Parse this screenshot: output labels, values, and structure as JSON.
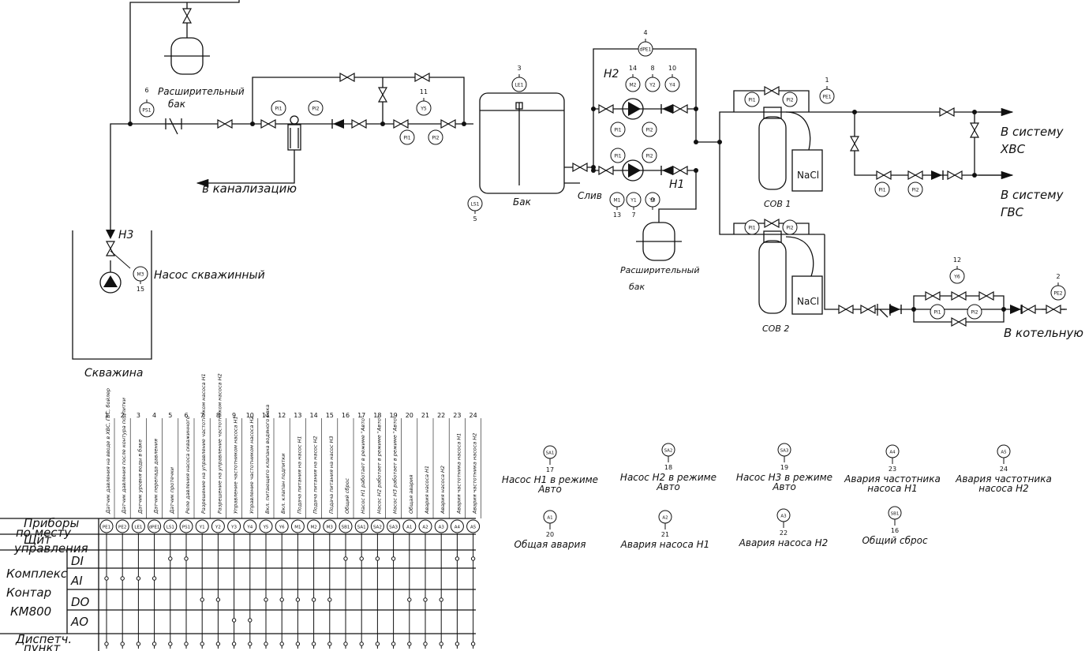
{
  "labels": {
    "expansion_tank": [
      "Расширительный",
      "бак"
    ],
    "to_sewer": "в канализацию",
    "tank": "Бак",
    "drain": "Слив",
    "to_cold": [
      "В систему",
      "ХВС"
    ],
    "to_hot": [
      "В систему",
      "ГВС"
    ],
    "to_boiler": "В котельную",
    "well_pump": "Насос скважинный",
    "well": "Скважина",
    "sov1": "СОВ 1",
    "sov2": "СОВ 2",
    "nacl": "NaCl",
    "pump_h1": "Н1",
    "pump_h2": "Н2",
    "pump_h3": "Н3"
  },
  "instruments": {
    "PS1": {
      "tag": "PS1",
      "num": "6"
    },
    "LE1": {
      "tag": "LE1",
      "num": "3"
    },
    "LS1": {
      "tag": "LS1",
      "num": "5"
    },
    "dPE1": {
      "tag": "dPE1",
      "num": "4"
    },
    "PE1": {
      "tag": "PE1",
      "num": "1"
    },
    "PE2": {
      "tag": "PE2",
      "num": "2"
    },
    "M1": {
      "tag": "M1",
      "num": "13"
    },
    "M2": {
      "tag": "M2",
      "num": "14"
    },
    "M3": {
      "tag": "M3",
      "num": "15"
    },
    "Y1": {
      "tag": "Y1",
      "num": "7"
    },
    "Y2": {
      "tag": "Y2",
      "num": "8"
    },
    "Y3": {
      "tag": "Y3",
      "num": "9"
    },
    "Y4": {
      "tag": "Y4",
      "num": "10"
    },
    "Y5": {
      "tag": "Y5",
      "num": "11"
    },
    "Y6": {
      "tag": "Y6",
      "num": "12"
    },
    "PI1": "PI1",
    "PI2": "PI2"
  },
  "table": {
    "column_numbers": [
      "1",
      "2",
      "3",
      "4",
      "5",
      "6",
      "7",
      "8",
      "9",
      "10",
      "11",
      "12",
      "13",
      "14",
      "15",
      "16",
      "17",
      "18",
      "19",
      "20",
      "21",
      "22",
      "23",
      "24"
    ],
    "column_tags": [
      "PE1",
      "PE2",
      "LE1",
      "dPE1",
      "LS1",
      "PS1",
      "Y1",
      "Y2",
      "Y3",
      "Y4",
      "Y5",
      "Y6",
      "M1",
      "M2",
      "M3",
      "SB1",
      "SA1",
      "SA2",
      "SA3",
      "A1",
      "A2",
      "A3",
      "A4",
      "A5"
    ],
    "column_descriptions": [
      "Датчик давления на вводе в ХВС, ГВС, бойлер",
      "Датчик давления после контура подпитки",
      "Датчик уровня воды в баке",
      "Датчик перепада давления",
      "Датчик протечки",
      "Реле давления насоса скважинного",
      "Разрешение на управление частотником насоса Н1",
      "Разрешение на управление частотником насоса Н2",
      "Управление частотником насоса Н1",
      "Управление частотником насоса Н2",
      "Вкл. питающего клапана водяного бака",
      "Вкл. клапан подпитки",
      "Подача питания на насос Н1",
      "Подача питания на насос Н2",
      "Подача питания на насос Н3",
      "Общий сброс",
      "Насос Н1 работает в режиме \"Авто\"",
      "Насос Н2 работает в режиме \"Авто\"",
      "Насос Н3 работает в режиме \"Авто\"",
      "Общая авария",
      "Авария насоса Н1",
      "Авария насоса Н2",
      "Авария частотника насоса Н1",
      "Авария частотника насоса Н2"
    ],
    "row_labels": {
      "local": [
        "Приборы",
        "по месту"
      ],
      "panel": [
        "Щит",
        "управления"
      ],
      "complex": [
        "Комплекс",
        "Контар",
        "КМ800"
      ],
      "di": "DI",
      "ai": "AI",
      "do": "DO",
      "ao": "AO",
      "dispatch": [
        "Диспетч.",
        "пункт"
      ]
    },
    "di_points": [
      "LS1",
      "PS1",
      "SB1",
      "SA1",
      "SA2",
      "SA3",
      "A4",
      "A5"
    ],
    "ai_points": [
      "PE1",
      "PE2",
      "LE1",
      "dPE1"
    ],
    "do_points": [
      "Y1",
      "Y2",
      "Y5",
      "Y6",
      "M1",
      "M2",
      "M3",
      "A1",
      "A2",
      "A3"
    ],
    "ao_points": [
      "Y3",
      "Y4"
    ]
  },
  "legend": [
    {
      "tag": "SA1",
      "num": "17",
      "text": [
        "Насос Н1 в режиме",
        "Авто"
      ]
    },
    {
      "tag": "SA2",
      "num": "18",
      "text": [
        "Насос Н2 в режиме",
        "Авто"
      ]
    },
    {
      "tag": "SA3",
      "num": "19",
      "text": [
        "Насос Н3 в режиме",
        "Авто"
      ]
    },
    {
      "tag": "A4",
      "num": "23",
      "text": [
        "Авария частотника",
        "насоса Н1"
      ]
    },
    {
      "tag": "A5",
      "num": "24",
      "text": [
        "Авария частотника",
        "насоса Н2"
      ]
    },
    {
      "tag": "A1",
      "num": "20",
      "text": [
        "Общая авария"
      ]
    },
    {
      "tag": "A2",
      "num": "21",
      "text": [
        "Авария насоса Н1"
      ]
    },
    {
      "tag": "A3",
      "num": "22",
      "text": [
        "Авария насоса Н2"
      ]
    },
    {
      "tag": "SB1",
      "num": "16",
      "text": [
        "Общий сброс"
      ]
    }
  ]
}
